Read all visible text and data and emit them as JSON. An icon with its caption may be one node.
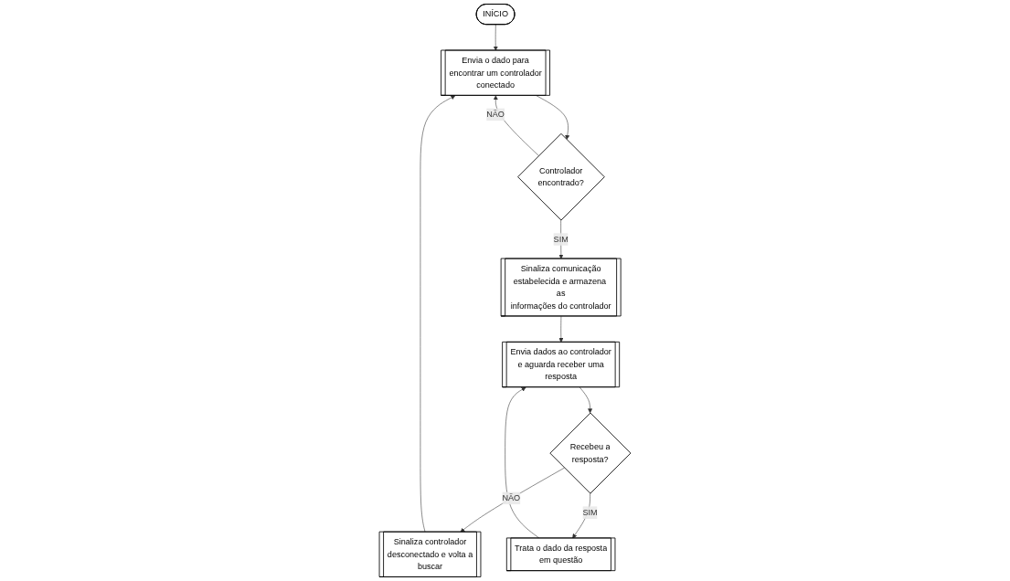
{
  "diagram": {
    "nodes": [
      {
        "text": [
          "INÍCIO"
        ]
      },
      {
        "text": [
          "Envia o dado para encontrar um controlador conectado"
        ]
      },
      {
        "text": [
          "Controlador encontrado?"
        ]
      },
      {
        "text": [
          "Sinaliza controlador desconectado e volta a buscar"
        ]
      },
      {
        "text": [
          "Envia dados ao controlador e aguarda receber uma resposta"
        ]
      },
      {
        "text": [
          "Sinaliza comunicação estabelecida e armazena as informações do controlador"
        ]
      },
      {
        "text": [
          "Recebeu a resposta?"
        ]
      },
      {
        "text": [
          "Trata o dado da resposta em questão"
        ]
      }
    ],
    "edges": [
      {
        "from": 0,
        "to": 1,
        "arrow": "to"
      },
      {
        "from": 1,
        "to": 2,
        "arrow": "to"
      },
      {
        "from": 2,
        "to": 1,
        "arrow": "to",
        "label": "NÃO"
      },
      {
        "from": 2,
        "to": 5,
        "arrow": "to",
        "label": "SIM"
      },
      {
        "from": 5,
        "to": 4,
        "arrow": "to"
      },
      {
        "from": 4,
        "to": 6,
        "arrow": "to"
      },
      {
        "from": 6,
        "to": 3,
        "arrow": "to",
        "label": "NÃO"
      },
      {
        "from": 6,
        "to": 7,
        "arrow": "to",
        "label": "SIM"
      },
      {
        "from": 7,
        "to": 4,
        "arrow": "to"
      },
      {
        "from": 3,
        "to": 1,
        "arrow": "to"
      }
    ]
  }
}
